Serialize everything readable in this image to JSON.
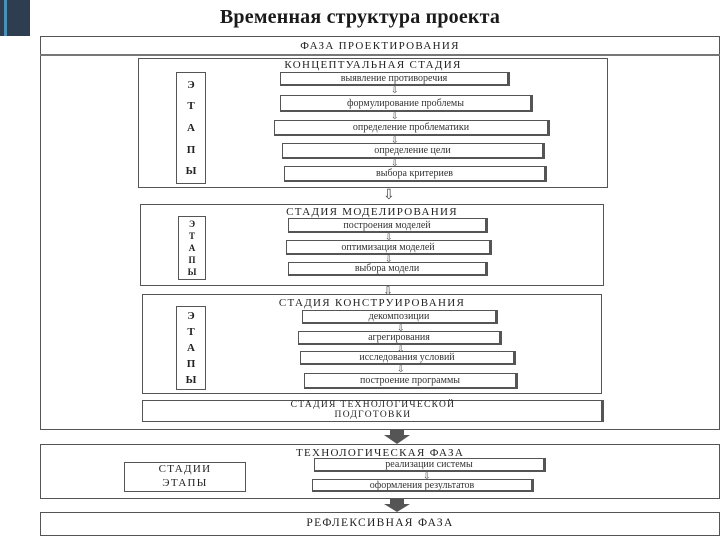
{
  "title": "Временная структура проекта",
  "design_phase": {
    "title": "ФАЗА ПРОЕКТИРОВАНИЯ",
    "concept_stage": {
      "title": "КОНЦЕПТУАЛЬНАЯ СТАДИЯ",
      "side_label": [
        "Э",
        "Т",
        "А",
        "П",
        "Ы"
      ],
      "steps": [
        "выявление противоречия",
        "формулирование проблемы",
        "определение проблематики",
        "определение цели",
        "выбора критериев"
      ]
    },
    "modeling_stage": {
      "title": "СТАДИЯ МОДЕЛИРОВАНИЯ",
      "side_label": [
        "Э",
        "Т",
        "А",
        "П",
        "Ы"
      ],
      "steps": [
        "построения моделей",
        "оптимизация моделей",
        "выбора модели"
      ]
    },
    "construction_stage": {
      "title": "СТАДИЯ КОНСТРУИРОВАНИЯ",
      "side_label": [
        "Э",
        "Т",
        "А",
        "П",
        "Ы"
      ],
      "steps": [
        "декомпозиции",
        "агрегирования",
        "исследования условий",
        "построение программы"
      ]
    },
    "tech_prep_stage": {
      "title_line1": "СТАДИЯ ТЕХНОЛОГИЧЕСКОЙ",
      "title_line2": "ПОДГОТОВКИ"
    }
  },
  "tech_phase": {
    "title": "ТЕХНОЛОГИЧЕСКАЯ ФАЗА",
    "left_line1": "СТАДИИ",
    "left_line2": "ЭТАПЫ",
    "steps": [
      "реализации системы",
      "оформления результатов"
    ]
  },
  "reflexive_phase": {
    "title": "РЕФЛЕКСИВНАЯ ФАЗА"
  },
  "colors": {
    "corner": "#2e3d4f",
    "accent": "#4a90b8",
    "big_arrow": "#555555"
  }
}
